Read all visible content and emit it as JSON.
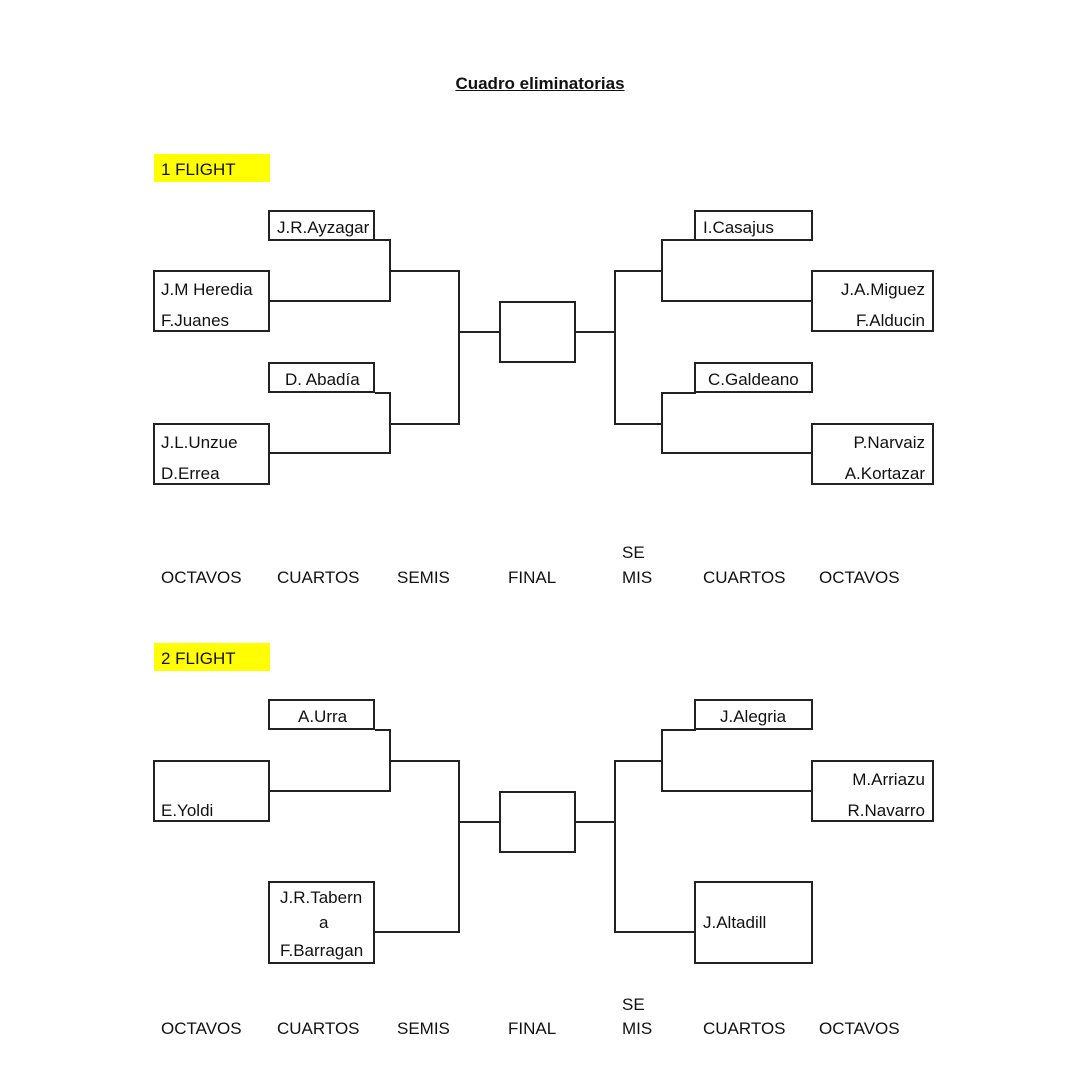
{
  "title": "Cuadro eliminatorias",
  "flight1": {
    "tag": "1 FLIGHT",
    "left": {
      "quarter_top": "J.R.Ayzagar",
      "octavo_top": [
        "J.M Heredia",
        "F.Juanes"
      ],
      "quarter_bottom": "D. Abadía",
      "octavo_bottom": [
        "J.L.Unzue",
        "D.Errea"
      ]
    },
    "right": {
      "quarter_top": "I.Casajus",
      "octavo_top": [
        "J.A.Miguez",
        "F.Alducin"
      ],
      "quarter_bottom": "C.Galdeano",
      "octavo_bottom": [
        "P.Narvaiz",
        "A.Kortazar"
      ]
    },
    "final": ""
  },
  "flight2": {
    "tag": "2 FLIGHT",
    "left": {
      "quarter_top": "A.Urra",
      "octavo_top": [
        "",
        "E.Yoldi"
      ],
      "quarter_bottom": [
        "J.R.Tabern",
        "a",
        "F.Barragan"
      ]
    },
    "right": {
      "quarter_top": "J.Alegria",
      "octavo_top": [
        "M.Arriazu",
        "R.Navarro"
      ],
      "quarter_bottom": "J.Altadill"
    },
    "final": ""
  },
  "rounds": {
    "octavos": "OCTAVOS",
    "cuartos": "CUARTOS",
    "semis": "SEMIS",
    "final": "FINAL",
    "semis_split": [
      "SE",
      "MIS"
    ]
  }
}
